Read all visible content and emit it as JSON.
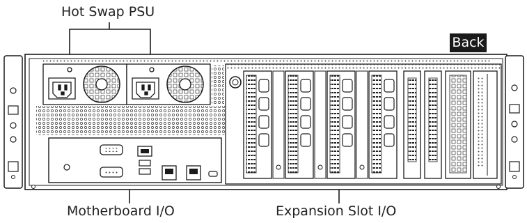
{
  "labels": {
    "psu": "Hot Swap PSU",
    "back": "Back",
    "motherboard": "Motherboard I/O",
    "expansion": "Expansion Slot I/O"
  },
  "colors": {
    "line": "#1a1a1a",
    "panel": "#ffffff",
    "tag_bg": "#1a1a1a",
    "tag_text": "#ffffff"
  }
}
